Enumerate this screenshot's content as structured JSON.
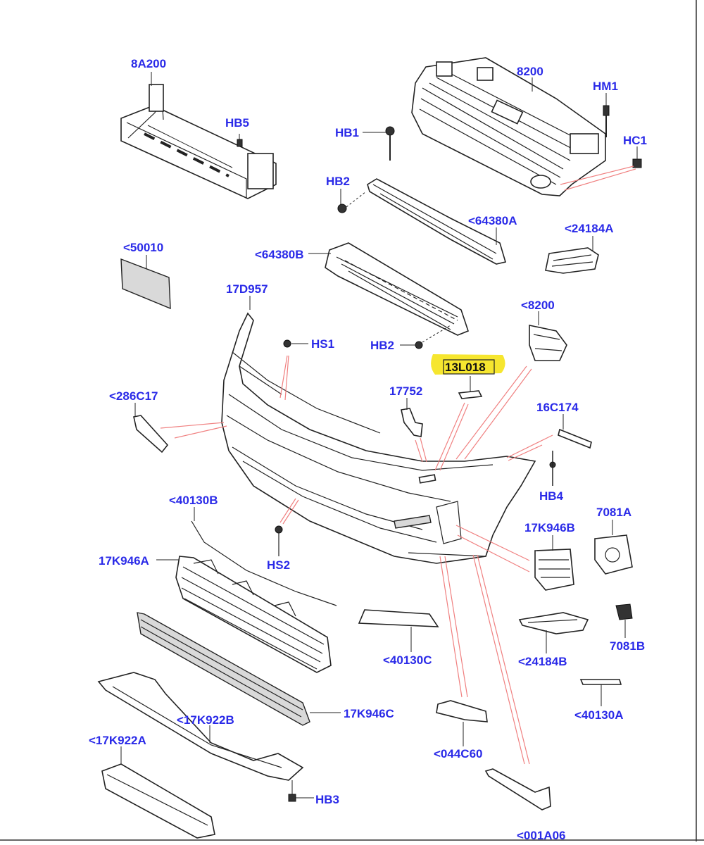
{
  "colors": {
    "label": "#2a2ae8",
    "highlight": "#f4e20a",
    "reference_line": "#f08080"
  },
  "labels": {
    "l_8a200": "8A200",
    "l_8200_top": "8200",
    "l_hm1": "HM1",
    "l_hc1": "HC1",
    "l_hb5": "HB5",
    "l_hb1": "HB1",
    "l_hb2_a": "HB2",
    "l_64380a": "<64380A",
    "l_24184a": "<24184A",
    "l_50010": "<50010",
    "l_64380b": "<64380B",
    "l_17d957": "17D957",
    "l_hs1": "HS1",
    "l_hb2_b": "HB2",
    "l_8200_side": "<8200",
    "l_13l018": "13L018",
    "l_17752": "17752",
    "l_16c174": "16C174",
    "l_286c17": "<286C17",
    "l_hb4": "HB4",
    "l_40130b": "<40130B",
    "l_7081a": "7081A",
    "l_17k946b": "17K946B",
    "l_17k946a": "17K946A",
    "l_hs2": "HS2",
    "l_7081b": "7081B",
    "l_40130c": "<40130C",
    "l_24184b": "<24184B",
    "l_40130a": "<40130A",
    "l_17k946c": "17K946C",
    "l_17k922b": "<17K922B",
    "l_17k922a": "<17K922A",
    "l_044c60": "<044C60",
    "l_hb3": "HB3",
    "l_001a06": "<001A06"
  }
}
